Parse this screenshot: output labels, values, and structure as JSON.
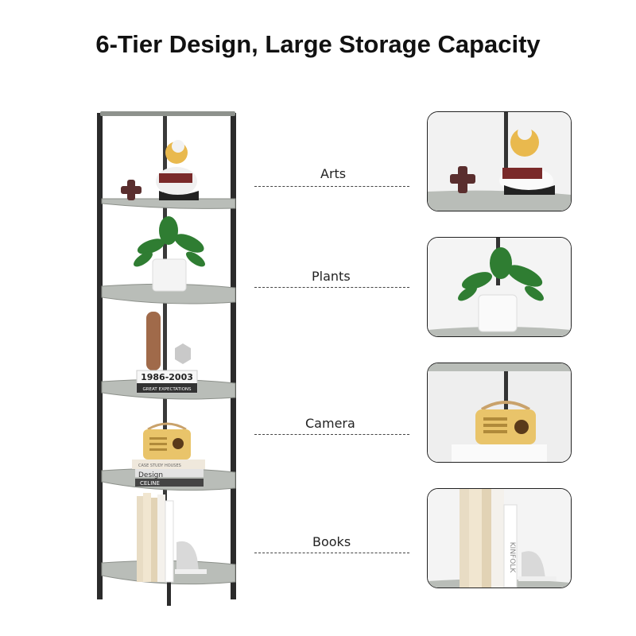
{
  "title": "6-Tier Design, Large Storage Capacity",
  "labels": {
    "arts": "Arts",
    "plants": "Plants",
    "camera": "Camera",
    "books": "Books"
  },
  "decor": {
    "years_box": "1986-2003",
    "years_sub": "GREAT EXPECTATIONS",
    "book_top": "CASE STUDY HOUSES",
    "book_mid": "Design",
    "book_bottom": "CELINE",
    "spine_kinfolk": "KINFOLK"
  },
  "colors": {
    "frame": "#2b2b2b",
    "shelf": "#b9bdb8",
    "radio": "#e9c46a",
    "plant": "#2f7d32"
  }
}
